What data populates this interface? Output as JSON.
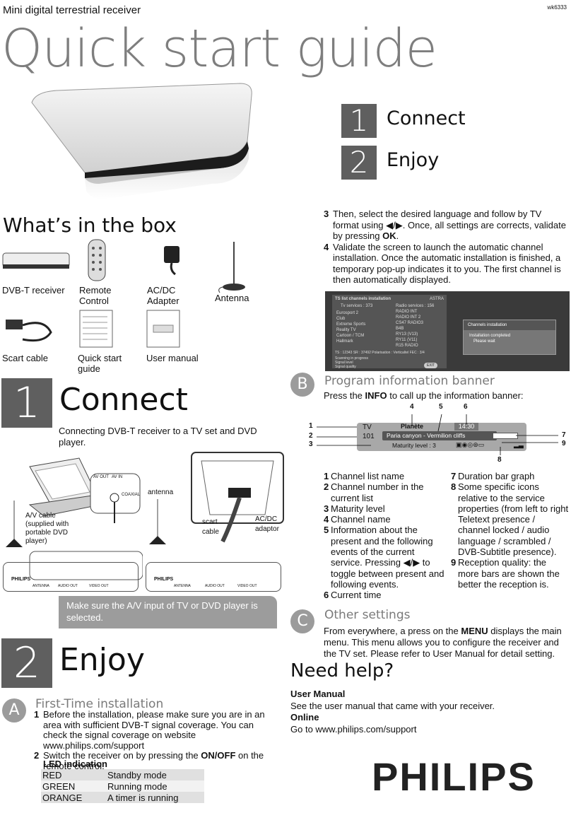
{
  "header": {
    "product": "Mini digital terrestrial receiver",
    "code": "wk6333",
    "title": "Quick start guide"
  },
  "steps_banner": [
    {
      "num": "1",
      "label": "Connect"
    },
    {
      "num": "2",
      "label": "Enjoy"
    }
  ],
  "box": {
    "heading": "What’s in the box",
    "items": [
      "DVB-T receiver",
      "Remote Control",
      "AC/DC Adapter",
      "Antenna",
      "Scart cable",
      "Quick start guide",
      "User manual"
    ]
  },
  "connect": {
    "num": "1",
    "title": "Connect",
    "subtitle": "Connecting DVB-T receiver to a TV set and DVD player.",
    "labels": {
      "av_cable": "A/V cable (supplied with portable DVD player)",
      "antenna": "antenna",
      "scart_cable": "scart cable",
      "acdc_adaptor": "AC/DC adaptor",
      "brand": "PHILIPS",
      "antenna_port": "ANTENNA",
      "audio_out": "AUDIO OUT",
      "video_out": "VIDEO OUT",
      "av_out": "AV OUT",
      "av_in": "AV IN",
      "coaxial": "COAXIAL"
    },
    "note": "Make sure the A/V input of TV or DVD player is selected."
  },
  "enjoy": {
    "num": "2",
    "title": "Enjoy"
  },
  "section_a": {
    "letter": "A",
    "title": "First-Time installation",
    "steps": [
      {
        "n": "1",
        "text": "Before the installation, please make sure you are in an area with sufficient DVB-T signal coverage. You can check the signal coverage on website www.philips.com/support"
      },
      {
        "n": "2",
        "text_pre": "Switch the receiver on by pressing the ",
        "text_bold": "ON/OFF",
        "text_post": " on the remote control."
      }
    ],
    "led_heading": "LED indication",
    "led": [
      {
        "color": "RED",
        "mode": "Standby mode"
      },
      {
        "color": "GREEN",
        "mode": "Running mode"
      },
      {
        "color": "ORANGE",
        "mode": "A timer is running"
      }
    ]
  },
  "steps34": [
    {
      "n": "3",
      "pre": "Then, select the desired language and follow by TV format using ◀/▶. Once, all settings are corrects, validate by pressing ",
      "bold": "OK",
      "post": "."
    },
    {
      "n": "4",
      "text": "Validate the screen to launch the automatic channel installation. Once the automatic installation is finished, a temporary pop-up indicates it to you. The first channel is then automatically displayed."
    }
  ],
  "install_screens": {
    "left_title": "TS list channels installation",
    "left_badge": "ASTRA",
    "tv_services": "Tv services : 373",
    "radio_services": "Radio services : 156",
    "tv_list": [
      "Eurosport 2",
      "Club",
      "Extreme Sports",
      "Reality TV",
      "Cartoon / TCM",
      "Hallmark"
    ],
    "radio_list": [
      "RADIO INT",
      "RADIO INT 2",
      "CS47 RADIO3",
      "B4B",
      "RY13 (V13)",
      "RY11 (V11)",
      "R15 RADIO"
    ],
    "ts_line": "TS : 12343 SR : 37492  Polarisation : Verticaltel  FEC : 3/4",
    "scanning": "Scanning in progress",
    "signal_level": "Signal level",
    "signal_quality": "Signal quality",
    "exit": "EXIT",
    "popup_title": "Channels installation",
    "popup_msg": "Installation completed",
    "popup_sub": "Please wait"
  },
  "section_b": {
    "letter": "B",
    "title": "Program information banner",
    "intro_pre": "Press the ",
    "intro_bold": "INFO",
    "intro_post": " to call up the information banner:",
    "banner": {
      "channel": "TV",
      "number": "101",
      "planet": "Planète",
      "time": "14:30",
      "event": "Paria canyon - Vermilion cliffs",
      "maturity": "Maturity level : 3"
    },
    "callouts": [
      "1",
      "2",
      "3",
      "4",
      "5",
      "6",
      "7",
      "8",
      "9"
    ],
    "legend_left": [
      {
        "n": "1",
        "text": "Channel list name"
      },
      {
        "n": "2",
        "text": "Channel number in the current list"
      },
      {
        "n": "3",
        "text": "Maturity level"
      },
      {
        "n": "4",
        "text": "Channel name"
      },
      {
        "n": "5",
        "text": "Information about the present and the following events of the current service. Pressing ◀/▶ to toggle between present and following events."
      },
      {
        "n": "6",
        "text": "Current time"
      }
    ],
    "legend_right": [
      {
        "n": "7",
        "text": "Duration bar graph"
      },
      {
        "n": "8",
        "text": "Some specific icons relative to the service properties (from left to right Teletext presence / channel locked / audio language / scrambled / DVB-Subtitle presence)."
      },
      {
        "n": "9",
        "text": "Reception quality: the more bars are shown the better the reception is."
      }
    ]
  },
  "section_c": {
    "letter": "C",
    "title": "Other settings",
    "text_pre": "From everywhere, a press on the ",
    "text_bold": "MENU",
    "text_post": " displays the main menu. This menu allows you to configure the receiver and the TV set. Please refer to User Manual for detail setting."
  },
  "help": {
    "title": "Need help?",
    "user_manual_label": "User Manual",
    "user_manual_text": "See the user manual that came with your receiver.",
    "online_label": "Online",
    "online_text": "Go to www.philips.com/support"
  },
  "brand": "PHILIPS"
}
